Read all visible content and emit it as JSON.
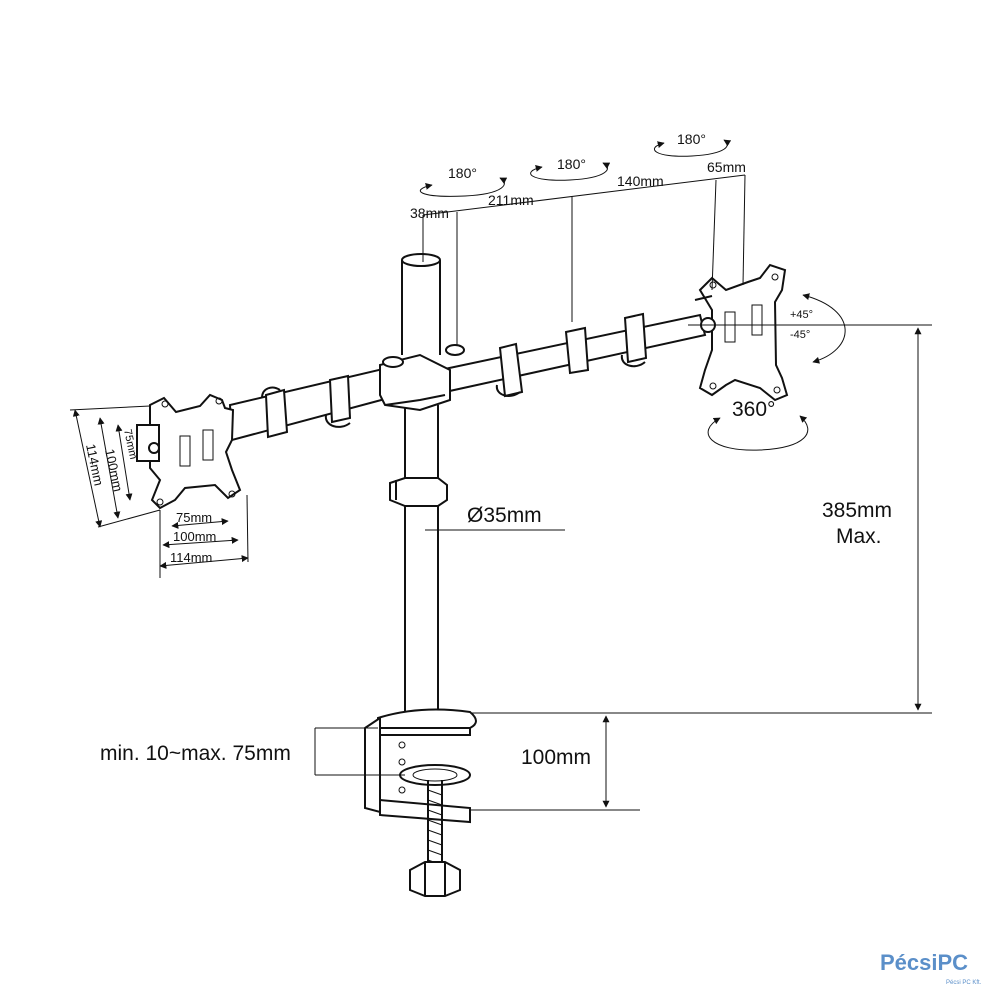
{
  "arm_dimensions": {
    "pole_offset": "38mm",
    "arm_segment_1": "211mm",
    "arm_segment_2": "140mm",
    "head_offset": "65mm"
  },
  "rotations": {
    "joint_1": "180°",
    "joint_2": "180°",
    "joint_3": "180°",
    "tilt_up": "+45°",
    "tilt_down": "-45°",
    "swivel": "360°"
  },
  "pole": {
    "diameter": "Ø35mm",
    "height_value": "385mm",
    "height_note": "Max."
  },
  "clamp": {
    "thickness_range": "min. 10~max. 75mm",
    "height": "100mm"
  },
  "vesa": {
    "horizontal": [
      "75mm",
      "100mm",
      "114mm"
    ],
    "vertical": [
      "75mm",
      "100mm",
      "114mm"
    ]
  },
  "watermark": {
    "brand": "PécsiPC",
    "tagline": "Pécsi PC Kft."
  }
}
